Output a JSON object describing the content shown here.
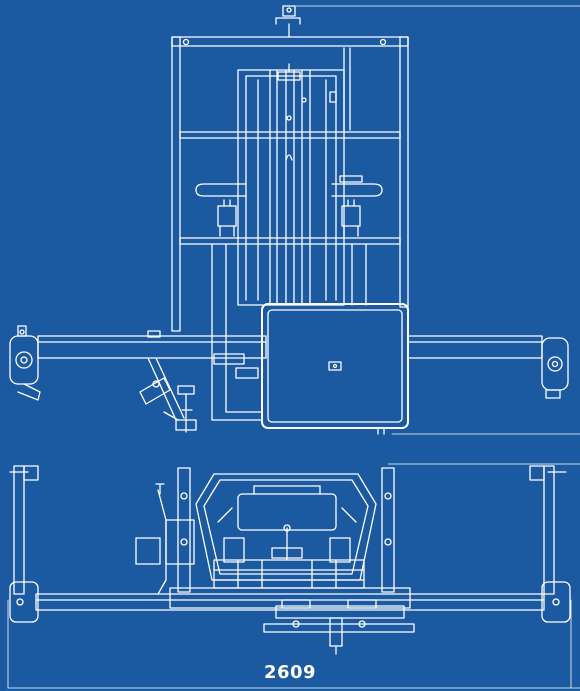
{
  "drawing": {
    "background": "#1b5aa0",
    "line_color": "#ffffff",
    "views": [
      "front-view",
      "top-view"
    ]
  },
  "dimension": {
    "label": "2609"
  }
}
